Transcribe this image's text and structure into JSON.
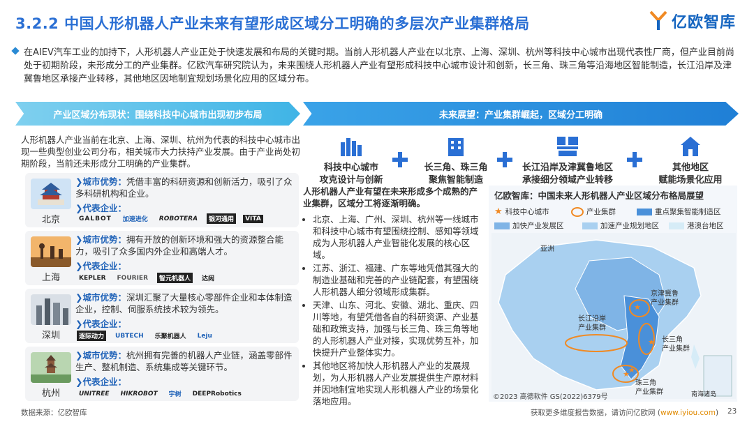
{
  "header": {
    "title": "3.2.2 中国人形机器人产业未来有望形成区域分工明确的多层次产业集群格局",
    "logo_text": "亿欧智库"
  },
  "intro": "在AIEV汽车工业的加持下，人形机器人产业正处于快速发展和布局的关键时期。当前人形机器人产业在以北京、上海、深圳、杭州等科技中心城市出现代表性厂商，但产业目前尚处于初期阶段，未形成分工的产业集群。亿欧汽车研究院认为，未来围绕人形机器人产业有望形成科技中心城市设计和创新，长三角、珠三角等沿海地区智能制造，长江沿岸及津冀鲁地区承接产业转移，其他地区因地制宜规划场景化应用的区域分布。",
  "left": {
    "banner": "产业区域分布现状：围绕科技中心城市出现初步布局",
    "intro": "人形机器人产业当前在北京、上海、深圳、杭州为代表的科技中心城市出现一些典型创业公司分布，相关城市大力扶持产业发展。由于产业尚处初期阶段，当前还未形成分工明确的产业集群。",
    "adv_label": "城市优势：",
    "ent_label": "代表企业：",
    "cities": [
      {
        "name": "北京",
        "advantage": "凭借丰富的科研资源和创新活力，吸引了众多科研机构和企业。",
        "logos": [
          "GALBOT",
          "加速进化",
          "ROBOTERA",
          "银河通用",
          "VITA"
        ]
      },
      {
        "name": "上海",
        "advantage": "拥有开放的创新环境和强大的资源整合能力，吸引了众多国内外企业和高端人才。",
        "logos": [
          "KEPLER",
          "FOURIER",
          "智元机器人",
          "达闼"
        ]
      },
      {
        "name": "深圳",
        "advantage": "深圳汇聚了大量核心零部件企业和本体制造企业，控制、伺服系统技术较为领先。",
        "logos": [
          "逐际动力",
          "UBTECH",
          "乐聚机器人",
          "Leju"
        ]
      },
      {
        "name": "杭州",
        "advantage": "杭州拥有完善的机器人产业链，涵盖零部件生产、整机制造、系统集成等关键环节。",
        "logos": [
          "UNITREE",
          "HIKROBOT",
          "宇树",
          "DEEPRobotics"
        ]
      }
    ]
  },
  "right": {
    "banner": "未来展望：产业集群崛起，区域分工明确",
    "features": [
      {
        "l1": "科技中心城市",
        "l2": "攻克设计与创新"
      },
      {
        "l1": "长三角、珠三角",
        "l2": "聚焦智能制造"
      },
      {
        "l1": "长江沿岸及津冀鲁地区",
        "l2": "承接细分领域产业转移"
      },
      {
        "l1": "其他地区",
        "l2": "赋能场景化应用"
      }
    ],
    "lead": "人形机器人产业有望在未来形成多个成熟的产业集群，区域分工将逐渐明确。",
    "bullets": [
      "北京、上海、广州、深圳、杭州等一线城市和科技中心城市有望围绕控制、感知等领域成为人形机器人产业智能化发展的核心区域。",
      "江苏、浙江、福建、广东等地凭借其强大的制造业基础和完善的产业链配套，有望围绕人形机器人细分领域形成集群。",
      "天津、山东、河北、安徽、湖北、重庆、四川等地，有望凭借各自的科研资源、产业基础和政策支持，加强与长三角、珠三角等地的人形机器人产业对接，实现优势互补，加快提升产业整体实力。",
      "其他地区将加快人形机器人产业的发展规划，为人形机器人产业发展提供生产原材料并因地制宜地实现人形机器人产业的场景化落地应用。"
    ]
  },
  "map": {
    "title": "亿欧智库：中国未来人形机器人产业区域分布格局展望",
    "legend": [
      "科技中心城市",
      "产业集群",
      "重点聚集智能制造区",
      "加快产业发展区",
      "加速产业规划地区",
      "港澳台地区"
    ],
    "labels": {
      "asia": "亚洲",
      "jingjin": "京津冀鲁",
      "jingjin2": "产业集群",
      "yangtze": "长江沿岸",
      "yangtze2": "产业集群",
      "yrd": "长三角",
      "yrd2": "产业集群",
      "prd": "珠三角",
      "prd2": "产业集群",
      "sea": "南海诸岛"
    },
    "copyright": "©2023 高德软件 GS(2022)6379号"
  },
  "footer": {
    "source": "数据来源：亿欧智库",
    "more": "获取更多维度报告数据，请访问亿欧网 (",
    "link": "www.iyiou.com",
    "close": ")",
    "page": "23"
  },
  "colors": {
    "accent": "#2a6fd4",
    "banner_left": "#3fb4e6",
    "banner_right": "#1f7fd6",
    "star": "#f08a24",
    "cluster_ring": "#f08a24"
  }
}
